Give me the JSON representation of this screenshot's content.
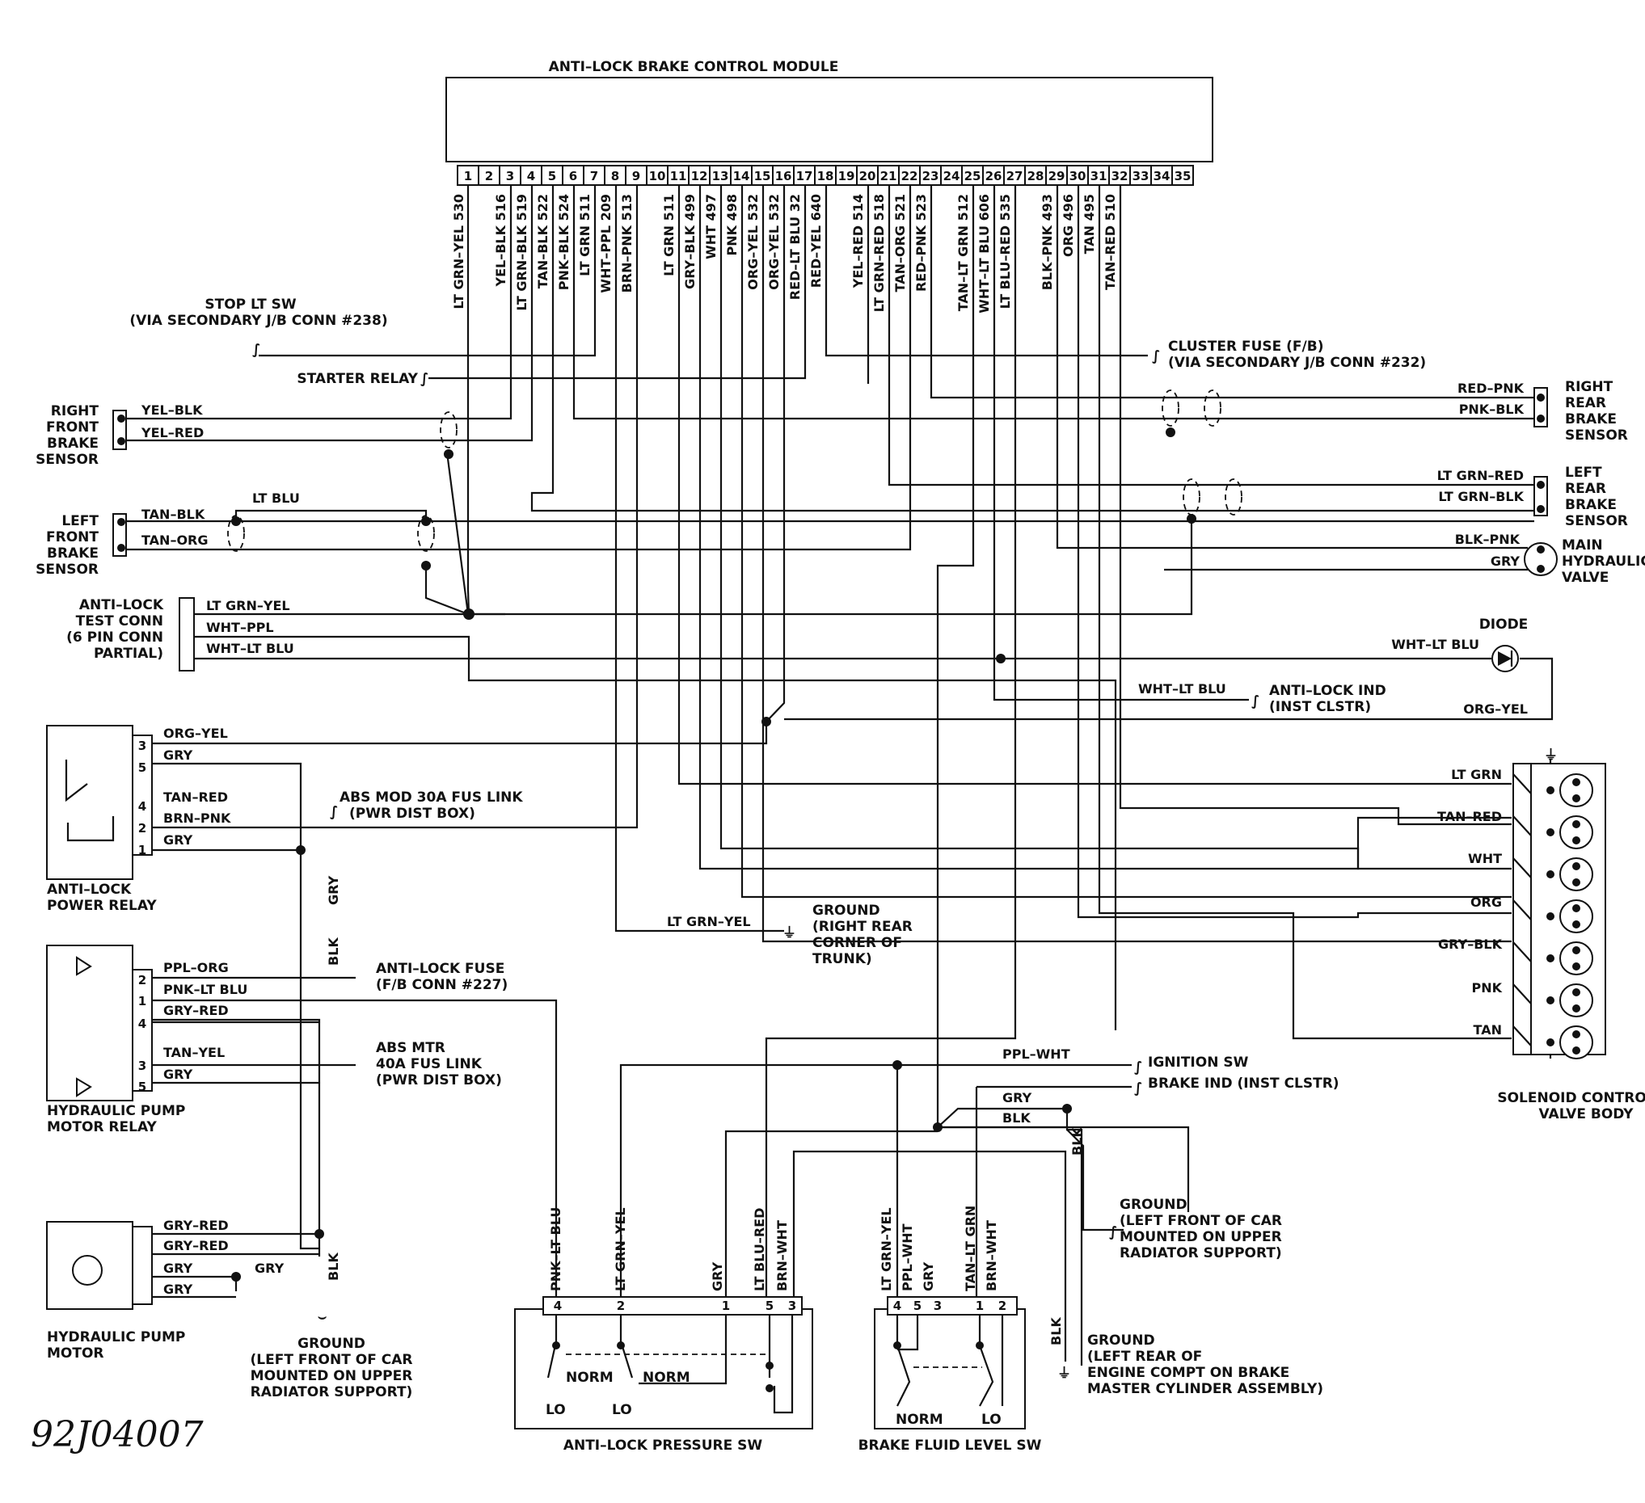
{
  "module": {
    "title": "ANTI–LOCK BRAKE CONTROL MODULE",
    "pins": [
      "1",
      "2",
      "3",
      "4",
      "5",
      "6",
      "7",
      "8",
      "9",
      "10",
      "11",
      "12",
      "13",
      "14",
      "15",
      "16",
      "17",
      "18",
      "19",
      "20",
      "21",
      "22",
      "23",
      "24",
      "25",
      "26",
      "27",
      "28",
      "29",
      "30",
      "31",
      "32",
      "33",
      "34",
      "35"
    ],
    "wires": [
      {
        "pin": "1",
        "label": "LT GRN–YEL 530"
      },
      {
        "pin": "3",
        "label": "YEL–BLK 516"
      },
      {
        "pin": "4",
        "label": "LT GRN–BLK 519"
      },
      {
        "pin": "5",
        "label": "TAN–BLK 522"
      },
      {
        "pin": "6",
        "label": "PNK–BLK 524"
      },
      {
        "pin": "7",
        "label": "LT GRN 511"
      },
      {
        "pin": "8",
        "label": "WHT–PPL 209"
      },
      {
        "pin": "9",
        "label": "BRN–PNK 513"
      },
      {
        "pin": "11",
        "label": "LT GRN 511"
      },
      {
        "pin": "12",
        "label": "GRY–BLK 499"
      },
      {
        "pin": "13",
        "label": "WHT 497"
      },
      {
        "pin": "14",
        "label": "PNK 498"
      },
      {
        "pin": "15",
        "label": "ORG–YEL 532"
      },
      {
        "pin": "16",
        "label": "ORG–YEL 532"
      },
      {
        "pin": "17",
        "label": "RED–LT BLU 32"
      },
      {
        "pin": "18",
        "label": "RED–YEL 640"
      },
      {
        "pin": "20",
        "label": "YEL–RED 514"
      },
      {
        "pin": "21",
        "label": "LT GRN–RED 518"
      },
      {
        "pin": "22",
        "label": "TAN–ORG 521"
      },
      {
        "pin": "23",
        "label": "RED–PNK 523"
      },
      {
        "pin": "25",
        "label": "TAN–LT GRN 512"
      },
      {
        "pin": "26",
        "label": "WHT–LT BLU 606"
      },
      {
        "pin": "27",
        "label": "LT BLU–RED 535"
      },
      {
        "pin": "29",
        "label": "BLK–PNK 493"
      },
      {
        "pin": "30",
        "label": "ORG 496"
      },
      {
        "pin": "31",
        "label": "TAN 495"
      },
      {
        "pin": "32",
        "label": "TAN–RED 510"
      }
    ]
  },
  "left": {
    "stop_lt_sw": [
      "STOP LT SW",
      "(VIA SECONDARY J/B CONN #238)"
    ],
    "starter_relay": "STARTER RELAY",
    "rf_sensor": [
      "RIGHT",
      "FRONT",
      "BRAKE",
      "SENSOR"
    ],
    "rf_wires": [
      "YEL–BLK",
      "YEL–RED"
    ],
    "lf_sensor": [
      "LEFT",
      "FRONT",
      "BRAKE",
      "SENSOR"
    ],
    "lf_wires": [
      "TAN–BLK",
      "TAN–ORG"
    ],
    "lt_blu": "LT BLU",
    "test_conn": [
      "ANTI–LOCK",
      "TEST CONN",
      "(6 PIN CONN",
      "PARTIAL)"
    ],
    "test_wires": [
      "LT GRN–YEL",
      "WHT–PPL",
      "WHT–LT BLU"
    ],
    "power_relay": [
      "ANTI–LOCK",
      "POWER RELAY"
    ],
    "power_relay_pins": [
      "3",
      "5",
      "4",
      "2",
      "1"
    ],
    "power_relay_wires": [
      "ORG–YEL",
      "GRY",
      "TAN–RED",
      "BRN–PNK",
      "GRY"
    ],
    "abs_mod_link": [
      "ABS MOD 30A FUS LINK",
      "(PWR DIST BOX)"
    ],
    "pump_relay": [
      "HYDRAULIC PUMP",
      "MOTOR RELAY"
    ],
    "pump_relay_pins": [
      "2",
      "1",
      "4",
      "3",
      "5"
    ],
    "pump_relay_wires": [
      "PPL–ORG",
      "PNK–LT BLU",
      "GRY–RED",
      "TAN–YEL",
      "GRY"
    ],
    "antilock_fuse": [
      "ANTI–LOCK FUSE",
      "(F/B CONN #227)"
    ],
    "abs_mtr_link": [
      "ABS MTR",
      "40A FUS LINK",
      "(PWR DIST BOX)"
    ],
    "gry_vert": "GRY",
    "blk_vert": "BLK",
    "pump_motor": [
      "HYDRAULIC PUMP",
      "MOTOR"
    ],
    "pump_motor_wires": [
      "GRY–RED",
      "GRY–RED",
      "GRY",
      "GRY",
      "GRY"
    ],
    "blk_gnd": "BLK",
    "ground_lf": [
      "GROUND",
      "(LEFT FRONT OF CAR",
      "MOUNTED ON UPPER",
      "RADIATOR SUPPORT)"
    ]
  },
  "right": {
    "cluster_fuse": [
      "CLUSTER FUSE (F/B)",
      "(VIA SECONDARY J/B CONN #232)"
    ],
    "rr_sensor": [
      "RIGHT",
      "REAR",
      "BRAKE",
      "SENSOR"
    ],
    "rr_wires": [
      "RED–PNK",
      "PNK–BLK"
    ],
    "lr_sensor": [
      "LEFT",
      "REAR",
      "BRAKE",
      "SENSOR"
    ],
    "lr_wires": [
      "LT GRN–RED",
      "LT GRN–BLK"
    ],
    "main_valve": [
      "MAIN",
      "HYDRAULIC",
      "VALVE"
    ],
    "main_valve_wires": [
      "BLK–PNK",
      "GRY"
    ],
    "diode": "DIODE",
    "diode_wire": "WHT–LT BLU",
    "ind_wire": "WHT–LT BLU",
    "antilock_ind": [
      "ANTI–LOCK IND",
      "(INST CLSTR)"
    ],
    "org_yel": "ORG–YEL",
    "solenoid_wires": [
      "LT GRN",
      "TAN–RED",
      "WHT",
      "ORG",
      "GRY–BLK",
      "PNK",
      "TAN"
    ],
    "solenoid_body": [
      "SOLENOID CONTROL",
      "VALVE BODY"
    ]
  },
  "middle": {
    "ground_trunk_wire": "LT GRN–YEL",
    "ground_trunk": [
      "GROUND",
      "(RIGHT REAR",
      "CORNER OF",
      "TRUNK)"
    ],
    "ppl_wht": "PPL–WHT",
    "ignition_sw": "IGNITION SW",
    "brake_ind": "BRAKE IND (INST CLSTR)",
    "gry": "GRY",
    "blk": "BLK",
    "blk_vert": "BLK",
    "ground_lf2": [
      "GROUND",
      "(LEFT FRONT OF CAR",
      "MOUNTED ON UPPER",
      "RADIATOR SUPPORT)"
    ],
    "blk_vert2": "BLK",
    "ground_lr": [
      "GROUND",
      "(LEFT REAR OF",
      "ENGINE COMPT ON BRAKE",
      "MASTER CYLINDER ASSEMBLY)"
    ]
  },
  "pressure_sw": {
    "title": "ANTI–LOCK PRESSURE SW",
    "wires": [
      "PNK–LT BLU",
      "LT GRN–YEL",
      "GRY",
      "LT BLU–RED",
      "BRN–WHT"
    ],
    "pins": [
      "4",
      "2",
      "1",
      "5",
      "3"
    ],
    "norm": "NORM",
    "lo": "LO"
  },
  "fluid_sw": {
    "title": "BRAKE FLUID LEVEL SW",
    "wires": [
      "LT GRN–YEL",
      "PPL–WHT",
      "GRY",
      "TAN–LT GRN",
      "BRN–WHT"
    ],
    "pins": [
      "4",
      "5",
      "3",
      "1",
      "2"
    ],
    "norm": "NORM",
    "lo": "LO"
  },
  "figure_code": "92J04007"
}
